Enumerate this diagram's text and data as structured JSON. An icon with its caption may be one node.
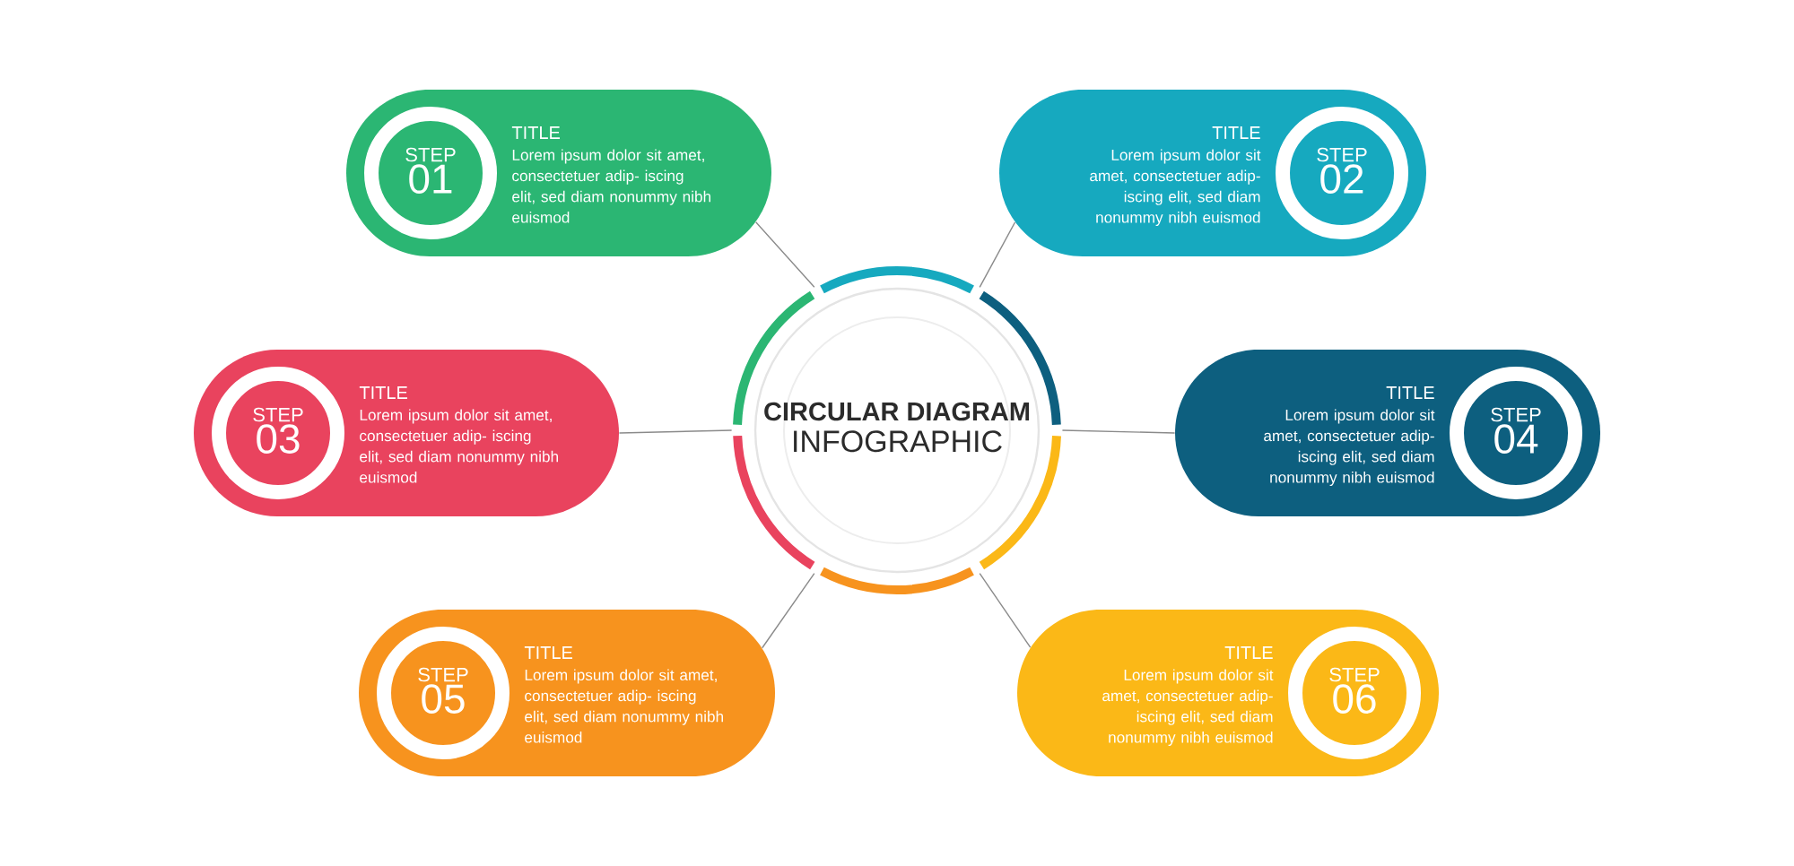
{
  "diagram": {
    "nodes": [
      {
        "text": [
          "CIRCULAR DIAGRAM",
          "INFOGRAPHIC"
        ]
      },
      {
        "text": [
          "TITLE",
          "Lorem ipsum dolor sit amet, consectetuer adip- iscing elit, sed diam nonummy nibh euismod"
        ]
      },
      {
        "text": [
          "STEP",
          "01"
        ],
        "in": 1
      },
      {
        "text": [
          "TITLE",
          "Lorem ipsum dolor sit amet, consectetuer adip- iscing elit, sed diam nonummy nibh euismod"
        ]
      },
      {
        "text": [
          "STEP",
          "02"
        ],
        "in": 3
      },
      {
        "text": [
          "TITLE",
          "Lorem ipsum dolor sit amet, consectetuer adip- iscing elit, sed diam nonummy nibh euismod"
        ]
      },
      {
        "text": [
          "STEP",
          "03"
        ],
        "in": 5
      },
      {
        "text": [
          "TITLE",
          "Lorem ipsum dolor sit amet, consectetuer adip- iscing elit, sed diam nonummy nibh euismod"
        ]
      },
      {
        "text": [
          "STEP",
          "04"
        ],
        "in": 7
      },
      {
        "text": [
          "TITLE",
          "Lorem ipsum dolor sit amet, consectetuer adip- iscing elit, sed diam nonummy nibh euismod"
        ]
      },
      {
        "text": [
          "STEP",
          "05"
        ],
        "in": 9
      },
      {
        "text": [
          "TITLE",
          "Lorem ipsum dolor sit amet, consectetuer adip- iscing elit, sed diam nonummy nibh euismod"
        ]
      },
      {
        "text": [
          "STEP",
          "06"
        ],
        "in": 11
      }
    ],
    "edges": [
      {
        "from": 0,
        "to": 1,
        "arrow": "none"
      },
      {
        "from": 0,
        "to": 3,
        "arrow": "none"
      },
      {
        "from": 0,
        "to": 5,
        "arrow": "none"
      },
      {
        "from": 0,
        "to": 7,
        "arrow": "none"
      },
      {
        "from": 0,
        "to": 9,
        "arrow": "none"
      },
      {
        "from": 0,
        "to": 11,
        "arrow": "none"
      }
    ]
  }
}
